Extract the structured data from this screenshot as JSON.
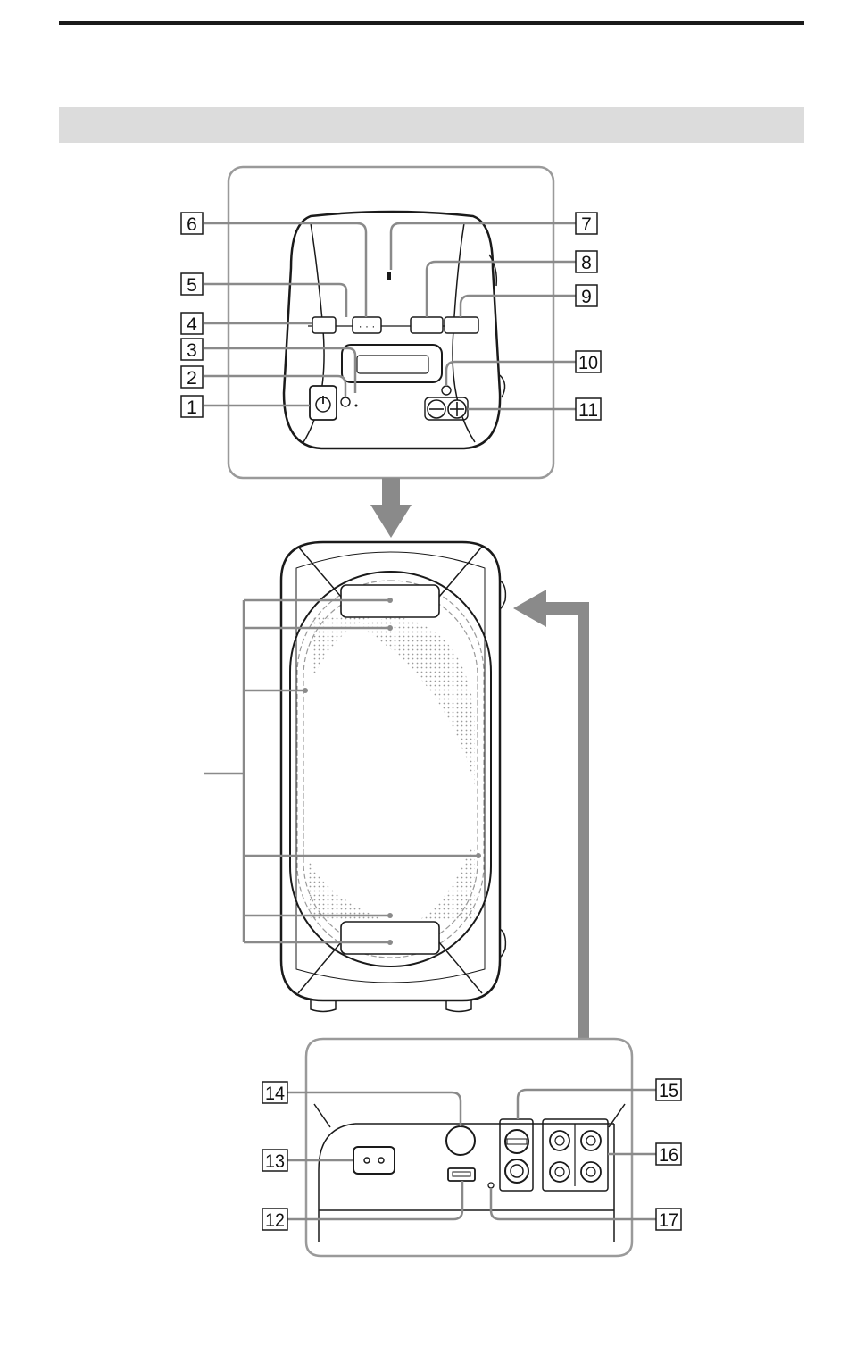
{
  "colors": {
    "rule": "#1a1a1a",
    "section_bar": "#dcdcdc",
    "arrow": "#8a8a8a",
    "frame": "#9a9a9a",
    "ink": "#1a1a1a"
  },
  "callouts": {
    "c1": "1",
    "c2": "2",
    "c3": "3",
    "c4": "4",
    "c5": "5",
    "c6": "6",
    "c7": "7",
    "c8": "8",
    "c9": "9",
    "c10": "10",
    "c11": "11",
    "c12": "12",
    "c13": "13",
    "c14": "14",
    "c15": "15",
    "c16": "16",
    "c17": "17"
  },
  "icons": {
    "power": "power-icon",
    "volume_minus": "minus-icon",
    "volume_plus": "plus-icon",
    "down_arrow": "down-arrow-icon",
    "up_arrow": "up-arrow-icon"
  }
}
